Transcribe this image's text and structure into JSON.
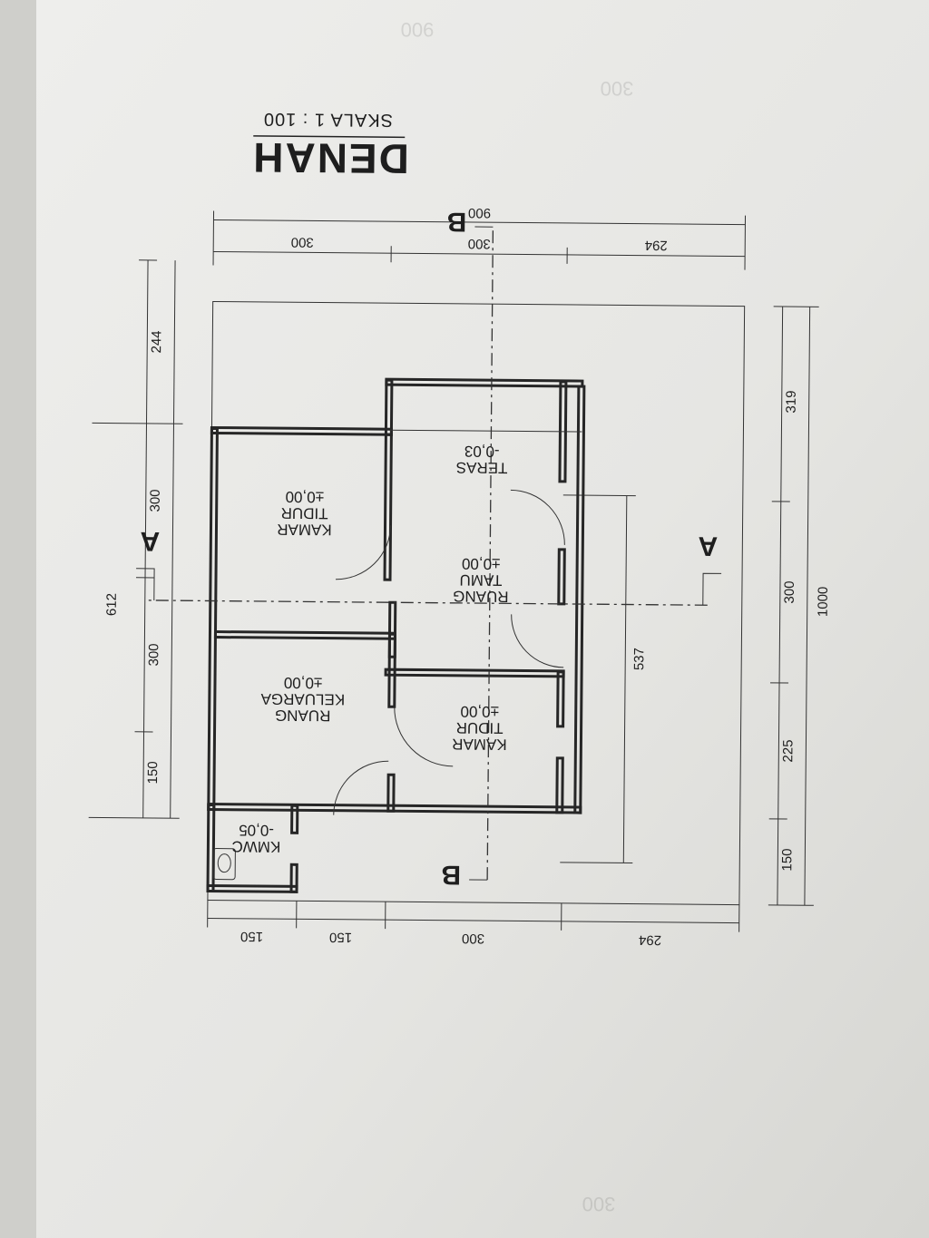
{
  "drawing": {
    "title": "DENAH",
    "scale": "SKALA 1 : 100"
  },
  "dimensions": {
    "top_total": "900",
    "top_left": "300",
    "top_mid": "300",
    "top_right": "294",
    "right_total": "1000",
    "right_1": "319",
    "right_2": "300",
    "right_3": "225",
    "right_4": "150",
    "left_total": "612",
    "left_top": "244",
    "left_1": "300",
    "left_2": "300",
    "left_3": "150",
    "bottom_1": "150",
    "bottom_2": "150",
    "bottom_3": "300",
    "bottom_4": "294",
    "inner_vertical": "537"
  },
  "rooms": {
    "kamar_tidur_1": {
      "line1": "KAMAR",
      "line2": "TIDUR",
      "level": "±0,00"
    },
    "ruang_tamu": {
      "line1": "RUANG",
      "line2": "TAMU",
      "level": "±0,00"
    },
    "teras": {
      "line1": "TERAS",
      "level": "-0,03"
    },
    "ruang_keluarga": {
      "line1": "RUANG",
      "line2": "KELUARGA",
      "level": "±0,00"
    },
    "kamar_tidur_2": {
      "line1": "KAMAR",
      "line2": "TIDUR",
      "level": "±0,00"
    },
    "kmwc": {
      "line1": "KMWC",
      "level": "-0,05"
    }
  },
  "sections": {
    "a_left": "A",
    "a_right": "A",
    "b_top": "B",
    "b_bottom": "B"
  }
}
